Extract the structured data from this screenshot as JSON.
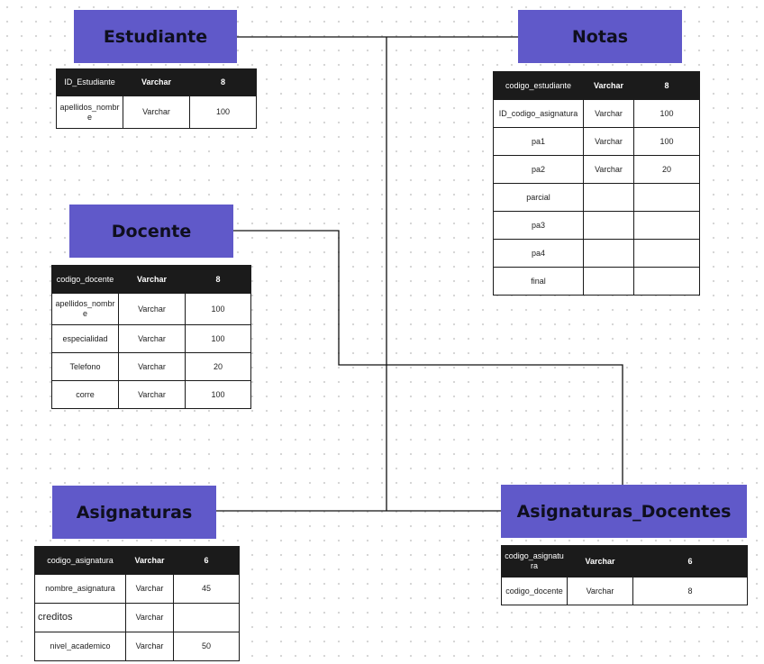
{
  "estudiante": {
    "title": "Estudiante",
    "header": [
      "ID_Estudiante",
      "Varchar",
      "8"
    ],
    "rows": [
      [
        "apellidos_nombre",
        "Varchar",
        "100"
      ]
    ]
  },
  "notas": {
    "title": "Notas",
    "header": [
      "codigo_estudiante",
      "Varchar",
      "8"
    ],
    "rows": [
      [
        "ID_codigo_asignatura",
        "Varchar",
        "100"
      ],
      [
        "pa1",
        "Varchar",
        "100"
      ],
      [
        "pa2",
        "Varchar",
        "20"
      ],
      [
        "parcial",
        "",
        ""
      ],
      [
        "pa3",
        "",
        ""
      ],
      [
        "pa4",
        "",
        ""
      ],
      [
        "final",
        "",
        ""
      ]
    ]
  },
  "docente": {
    "title": "Docente",
    "header": [
      "codigo_docente",
      "Varchar",
      "8"
    ],
    "rows": [
      [
        "apellidos_nombre",
        "Varchar",
        "100"
      ],
      [
        "especialidad",
        "Varchar",
        "100"
      ],
      [
        "Telefono",
        "Varchar",
        "20"
      ],
      [
        "corre",
        "Varchar",
        "100"
      ]
    ]
  },
  "asignaturas": {
    "title": "Asignaturas",
    "header": [
      "codigo_asignatura",
      "Varchar",
      "6"
    ],
    "rows": [
      [
        "nombre_asignatura",
        "Varchar",
        "45"
      ],
      [
        "creditos",
        "Varchar",
        ""
      ],
      [
        "nivel_academico",
        "Varchar",
        "50"
      ]
    ]
  },
  "asignaturas_docentes": {
    "title": "Asignaturas_Docentes",
    "header": [
      "codigo_asignatura",
      "Varchar",
      "6"
    ],
    "rows": [
      [
        "codigo_docente",
        "Varchar",
        "8"
      ]
    ]
  },
  "colors": {
    "header_fill": "#6059c9",
    "table_header_fill": "#1b1b1b",
    "connector": "#111111"
  }
}
